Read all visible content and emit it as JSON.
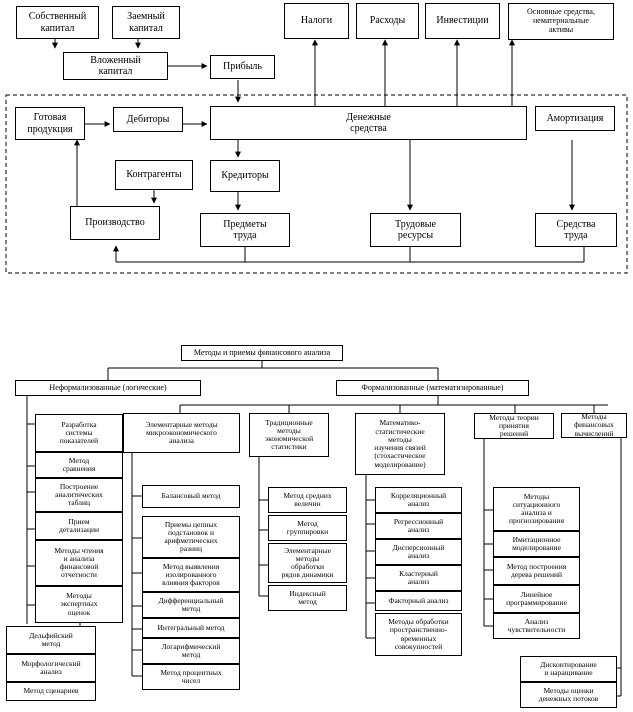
{
  "top": {
    "own_capital": "Собственный\nкапитал",
    "borrowed_capital": "Заемный\nкапитал",
    "invested_capital": "Вложенный\nкапитал",
    "profit": "Прибыль",
    "taxes": "Налоги",
    "expenses": "Расходы",
    "investments": "Инвестиции",
    "fixed_assets": "Основные средства,\nнематериальные\nактивы",
    "finished_goods": "Готовая\nпродукция",
    "debtors": "Дебиторы",
    "cash": "Денежные\nсредства",
    "depreciation": "Амортизация",
    "counterparties": "Контрагенты",
    "creditors": "Кредиторы",
    "production": "Производство",
    "objects_of_labor": "Предметы\nтруда",
    "labor_resources": "Трудовые\nресурсы",
    "means_of_labor": "Средства\nтруда"
  },
  "bottom": {
    "root": "Методы и приемы финансового анализа",
    "informal": "Неформализованные (логические)",
    "formal": "Формализованные (математизированные)",
    "informal_items": [
      "Разработка\nсистемы\nпоказателей",
      "Метод\nсравнения",
      "Построение\nаналитических\nтаблиц",
      "Прием\nдетализации",
      "Методы чтения\nи анализа\nфинансовой\nотчетности",
      "Методы\nэкспертных\nоценок"
    ],
    "expert_items": [
      "Дельфийский\nметод",
      "Морфологический\nанализ",
      "Метод сценариев"
    ],
    "micro_title": "Элементарные методы\nмикроэкономического\nанализа",
    "micro_items": [
      "Балансовый метод",
      "Приемы цепных\nподстановок и\nарифметических\nразниц",
      "Метод выявления\nизолированного\nвлияния факторов",
      "Дифференциальный\nметод",
      "Интегральный метод",
      "Логарифмический\nметод",
      "Метод процентных\nчисел"
    ],
    "trad_title": "Традиционные\nметоды\nэкономической\nстатистики",
    "trad_items": [
      "Метод средних\nвеличин",
      "Метод\nгруппировки",
      "Элементарные\nметоды\nобработки\nрядов динамики",
      "Индексный\nметод"
    ],
    "mathstat_title": "Математико-\nстатистические\nметоды\nизучения связей\n(стохастическое\nмоделирование)",
    "mathstat_items": [
      "Корреляционный\nанализ",
      "Регрессионный\nанализ",
      "Дисперсионный\nанализ",
      "Кластерный\nанализ",
      "Факторный анализ",
      "Методы обработки\nпространственно-\nвременных\nсовокупностей"
    ],
    "decision_title": "Методы теории\nпринятия\nрешений",
    "decision_items": [
      "Методы\nситуационного\nанализа и\nпрогнозирования",
      "Имитационное\nмоделирование",
      "Метод построения\nдерева решений",
      "Линейное\nпрограммирование",
      "Анализ\nчувствительности"
    ],
    "fincalc_title": "Методы\nфинансовых\nвычислений",
    "fincalc_items": [
      "Дисконтирование\nи наращивание",
      "Методы оценки\nденежных потоков"
    ]
  }
}
